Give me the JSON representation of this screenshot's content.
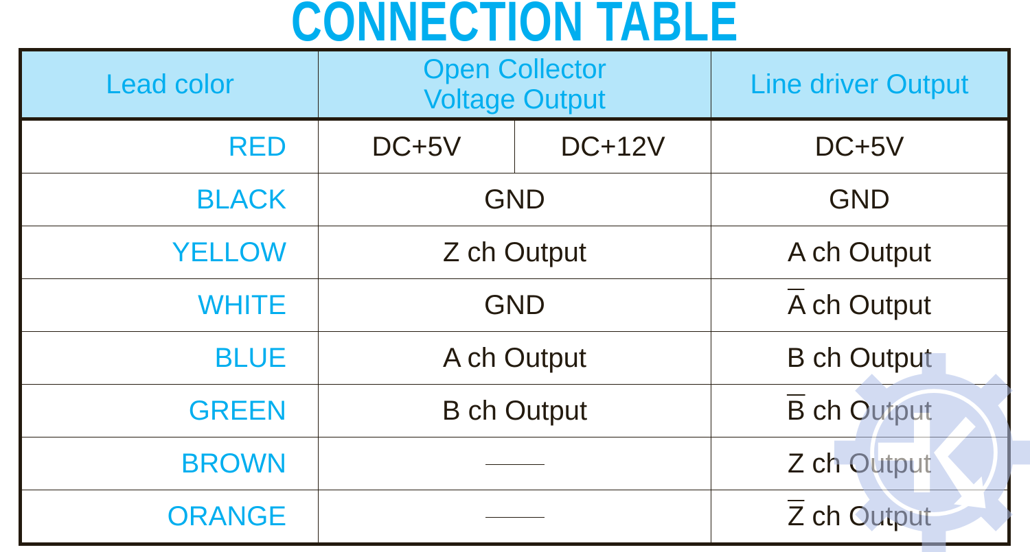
{
  "title": "CONNECTION TABLE",
  "colors": {
    "accent": "#00aeef",
    "header_bg": "#b5e6fa",
    "border": "#231a0e",
    "watermark": "#aebfe8"
  },
  "header": {
    "lead": "Lead color",
    "oc_line1": "Open Collector",
    "oc_line2": "Voltage Output",
    "ld": "Line driver Output"
  },
  "rows": [
    {
      "lead": "RED",
      "oc_5v": "DC+5V",
      "oc_12v": "DC+12V",
      "ld": "DC+5V"
    },
    {
      "lead": "BLACK",
      "oc": "GND",
      "ld": "GND"
    },
    {
      "lead": "YELLOW",
      "oc": "Z ch Output",
      "ld": "A ch Output"
    },
    {
      "lead": "WHITE",
      "oc": "GND",
      "ld_bar": "A",
      "ld_rest": " ch Output"
    },
    {
      "lead": "BLUE",
      "oc": "A ch Output",
      "ld": "B ch Output"
    },
    {
      "lead": "GREEN",
      "oc": "B ch Output",
      "ld_bar": "B",
      "ld_rest": " ch Output"
    },
    {
      "lead": "BROWN",
      "oc": "",
      "ld": "Z ch Output"
    },
    {
      "lead": "ORANGE",
      "oc": "",
      "ld_bar": "Z",
      "ld_rest": " ch Output"
    }
  ],
  "watermark_icon": "gear-k-logo-icon"
}
